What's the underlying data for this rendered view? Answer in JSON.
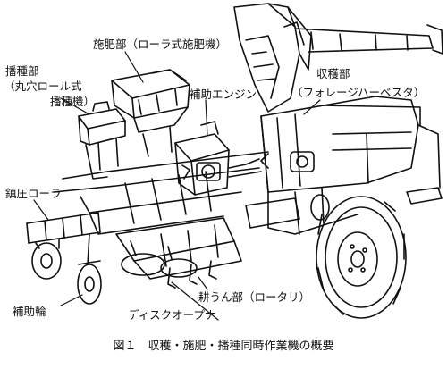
{
  "labels": {
    "fertilizer_unit": "施肥部（ローラ式施肥機）",
    "seeding_unit_line1": "播種部",
    "seeding_unit_line2": "（丸穴ロール式",
    "seeding_unit_line3": "播種機）",
    "auxiliary_engine": "補助エンジン",
    "harvest_unit_line1": "収穫部",
    "harvest_unit_line2": "（フォレージハーベスタ）",
    "press_roller": "鎮圧ローラ",
    "tillage_unit": "耕うん部（ロータリ）",
    "auxiliary_wheel": "補助輪",
    "disc_opener": "ディスクオープナ"
  },
  "caption": "図１　収穫・施肥・播種同時作業機の概要"
}
